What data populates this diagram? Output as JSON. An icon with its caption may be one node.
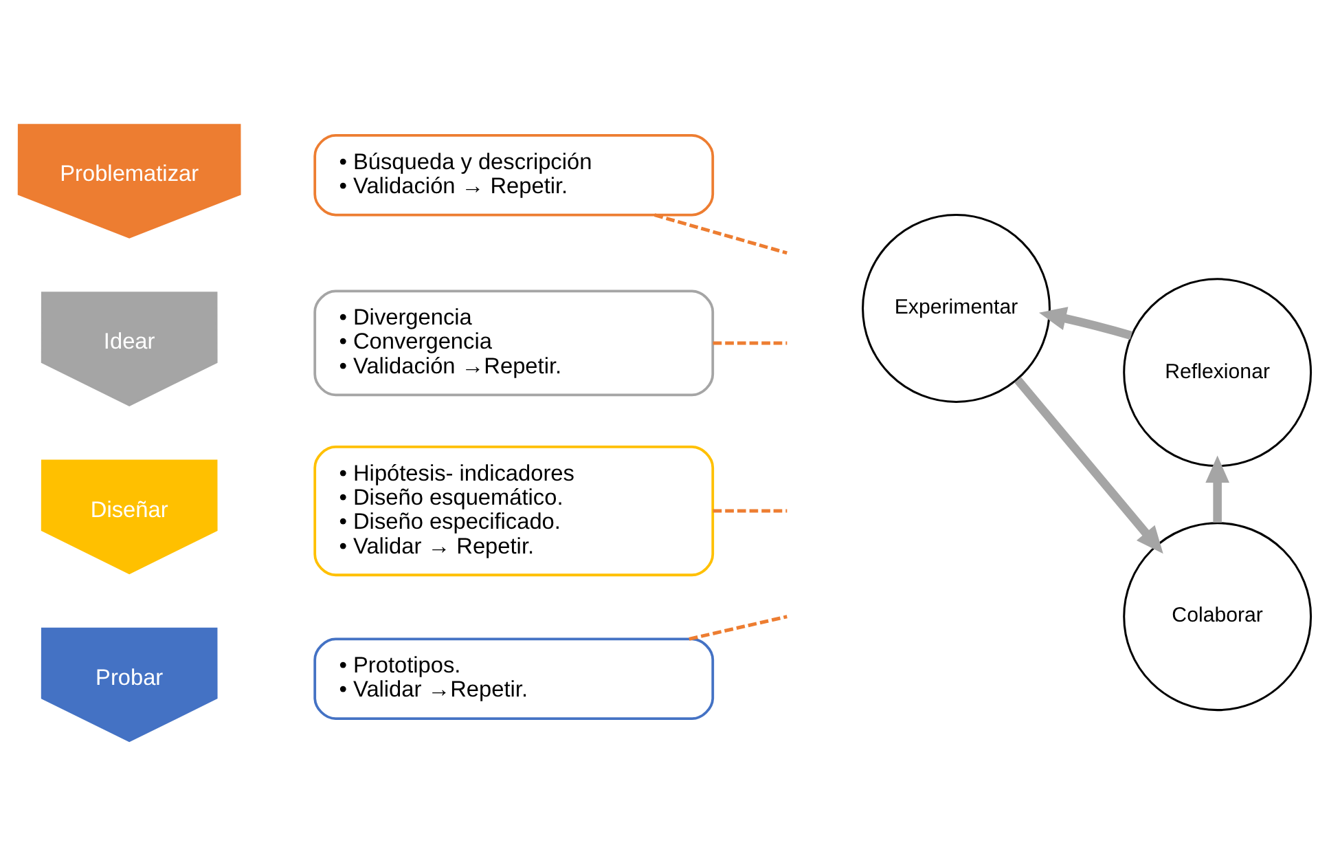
{
  "diagram": {
    "nodes": [
      {
        "text": [
          "Problematizar"
        ]
      },
      {
        "text": [
          "• Búsqueda y descripción",
          "• Validación → Repetir."
        ]
      },
      {
        "text": [
          "Idear"
        ]
      },
      {
        "text": [
          "• Divergencia",
          "• Convergencia",
          "• Validación →Repetir."
        ]
      },
      {
        "text": [
          "Diseñar"
        ]
      },
      {
        "text": [
          "• Hipótesis- indicadores",
          "• Diseño esquemático.",
          "• Diseño especificado.",
          "• Validar → Repetir."
        ]
      },
      {
        "text": [
          "Probar"
        ]
      },
      {
        "text": [
          "• Prototipos.",
          "• Validar →Repetir."
        ]
      },
      {
        "text": [
          "Experimentar"
        ]
      },
      {
        "text": [
          "Colaborar"
        ]
      },
      {
        "text": [
          "Reflexionar"
        ]
      }
    ],
    "edges": [
      {
        "from": 1,
        "to": null,
        "arrow": "none",
        "style": "dashed",
        "color": "#ed7d31"
      },
      {
        "from": 3,
        "to": null,
        "arrow": "none",
        "style": "dashed",
        "color": "#ed7d31"
      },
      {
        "from": 5,
        "to": null,
        "arrow": "none",
        "style": "dashed",
        "color": "#ed7d31"
      },
      {
        "from": 7,
        "to": null,
        "arrow": "none",
        "style": "dashed",
        "color": "#ed7d31"
      },
      {
        "from": 8,
        "to": 9,
        "arrow": "to",
        "style": "thick",
        "color": "#a5a5a5"
      },
      {
        "from": 9,
        "to": 10,
        "arrow": "to",
        "style": "thick",
        "color": "#a5a5a5"
      },
      {
        "from": 10,
        "to": 8,
        "arrow": "to",
        "style": "thick",
        "color": "#a5a5a5"
      }
    ]
  }
}
